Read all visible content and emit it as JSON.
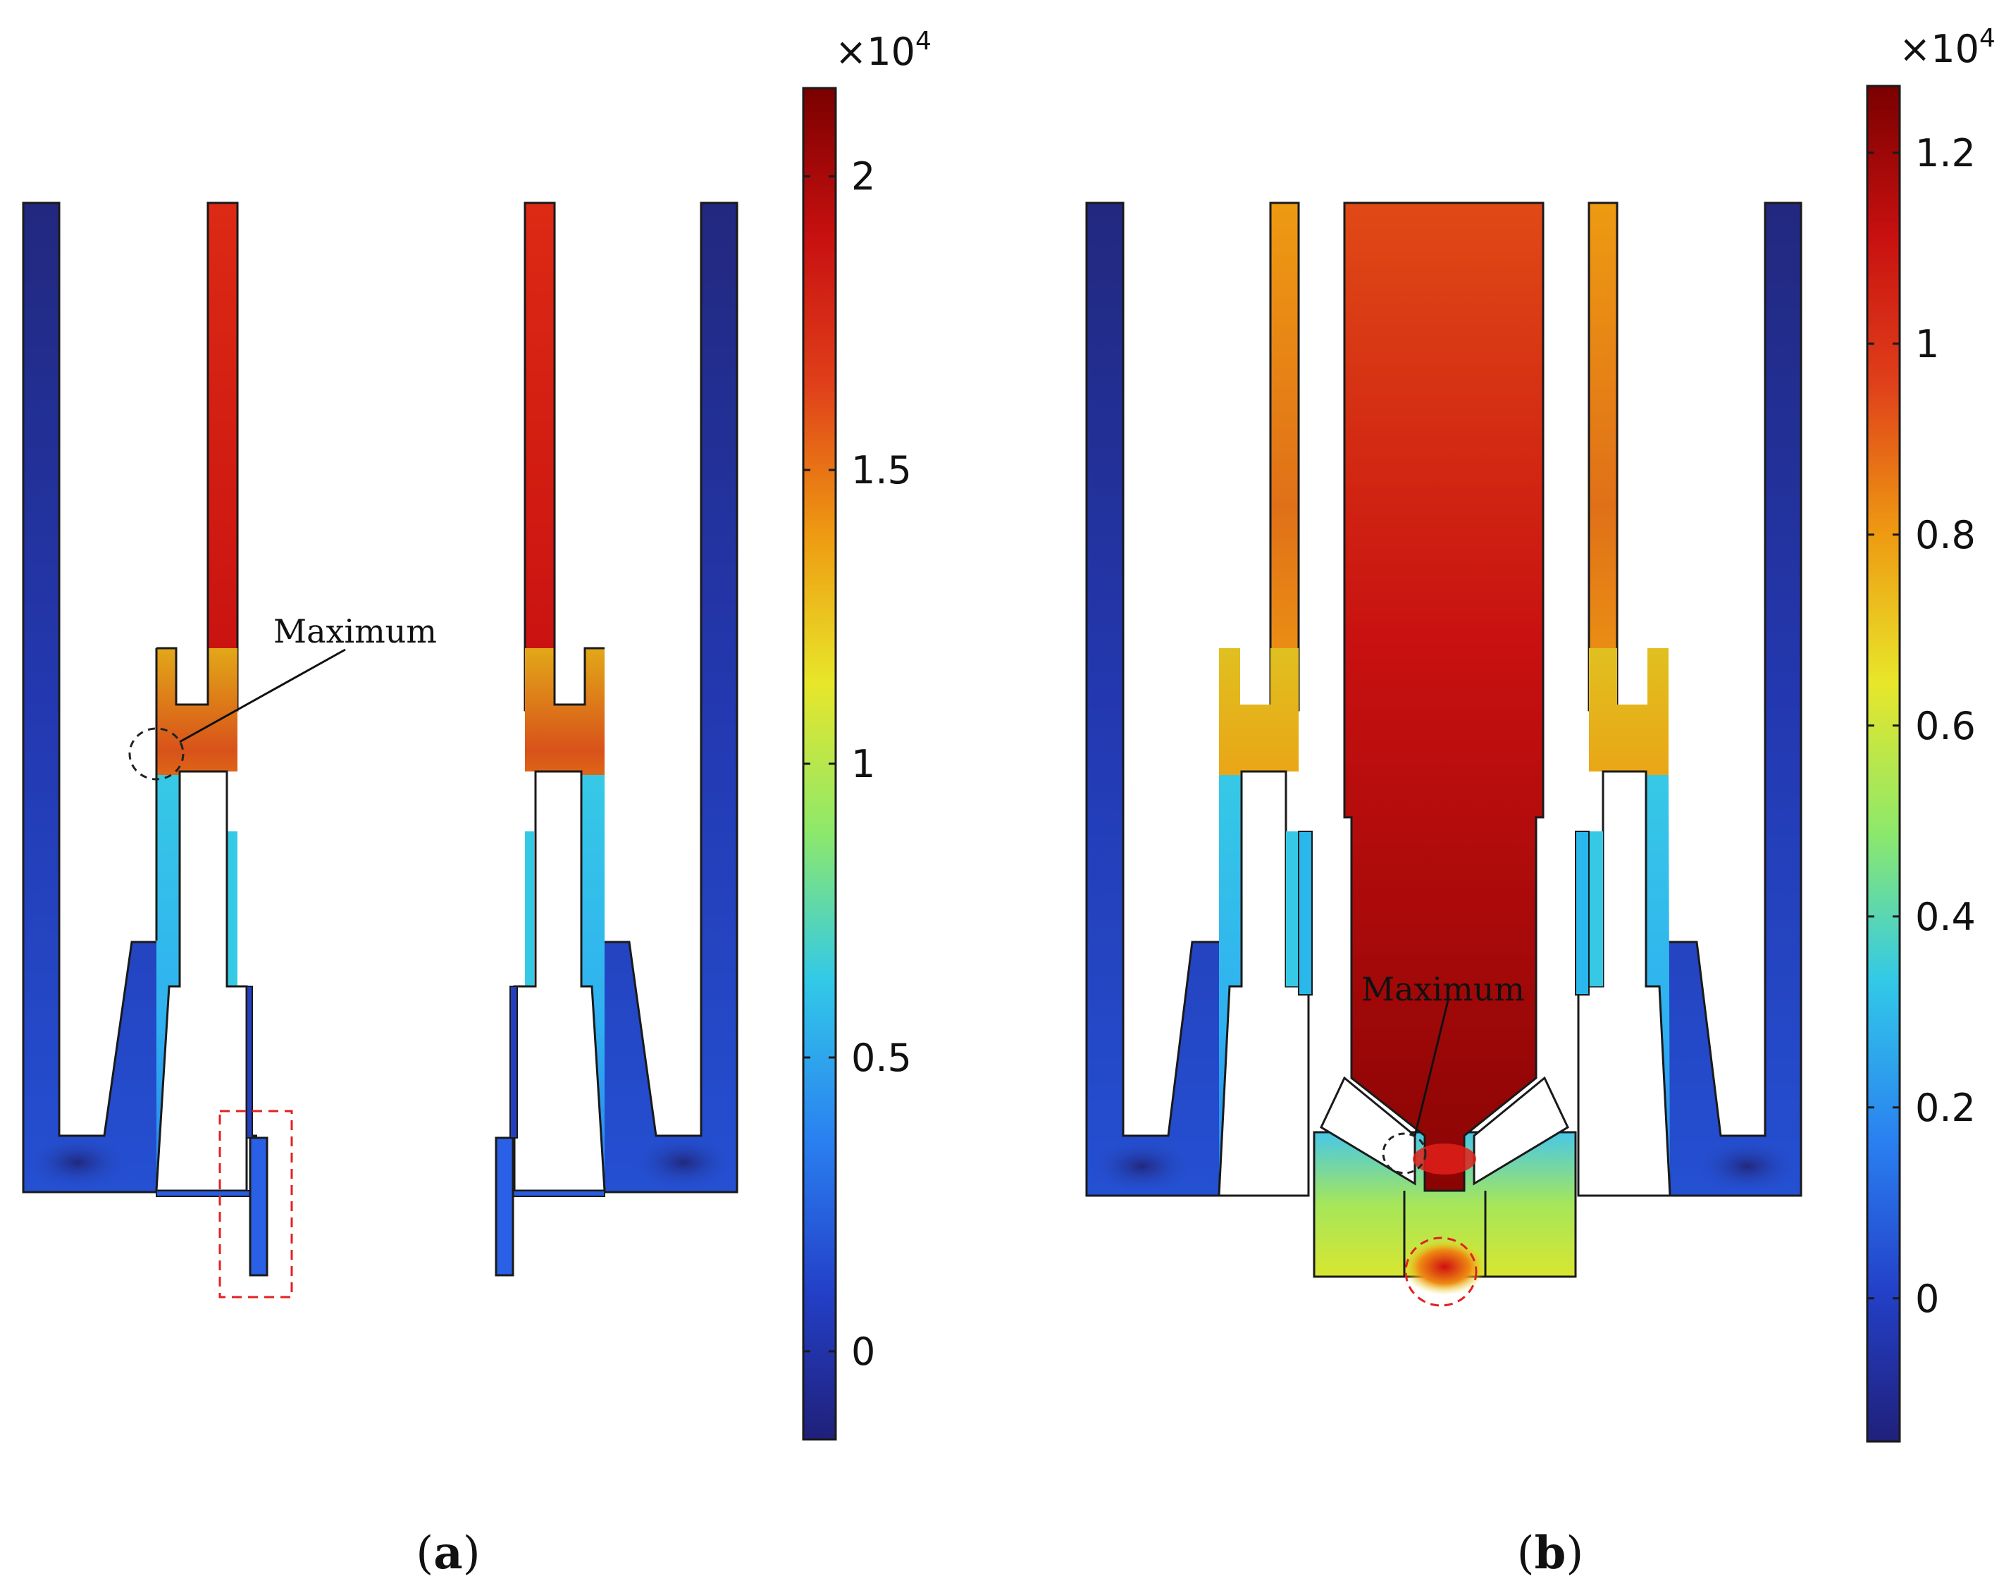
{
  "panel_a": {
    "label": "a",
    "annotation": "Maximum",
    "colorbar": {
      "multiplier": "×10",
      "exponent": "4",
      "ticks": [
        "2",
        "1.5",
        "1",
        "0.5",
        "0"
      ],
      "min": -0.15,
      "max": 2.15
    }
  },
  "panel_b": {
    "label": "b",
    "annotation": "Maximum",
    "colorbar": {
      "multiplier": "×10",
      "exponent": "4",
      "ticks": [
        "1.2",
        "1",
        "0.8",
        "0.6",
        "0.4",
        "0.2",
        "0"
      ],
      "min": -0.15,
      "max": 1.27
    }
  },
  "colormap": [
    "#20207a",
    "#2340c8",
    "#2a7ff0",
    "#32c9e8",
    "#8ee86a",
    "#e8e62a",
    "#ee9a12",
    "#e0401a",
    "#c81010",
    "#7a0000"
  ]
}
